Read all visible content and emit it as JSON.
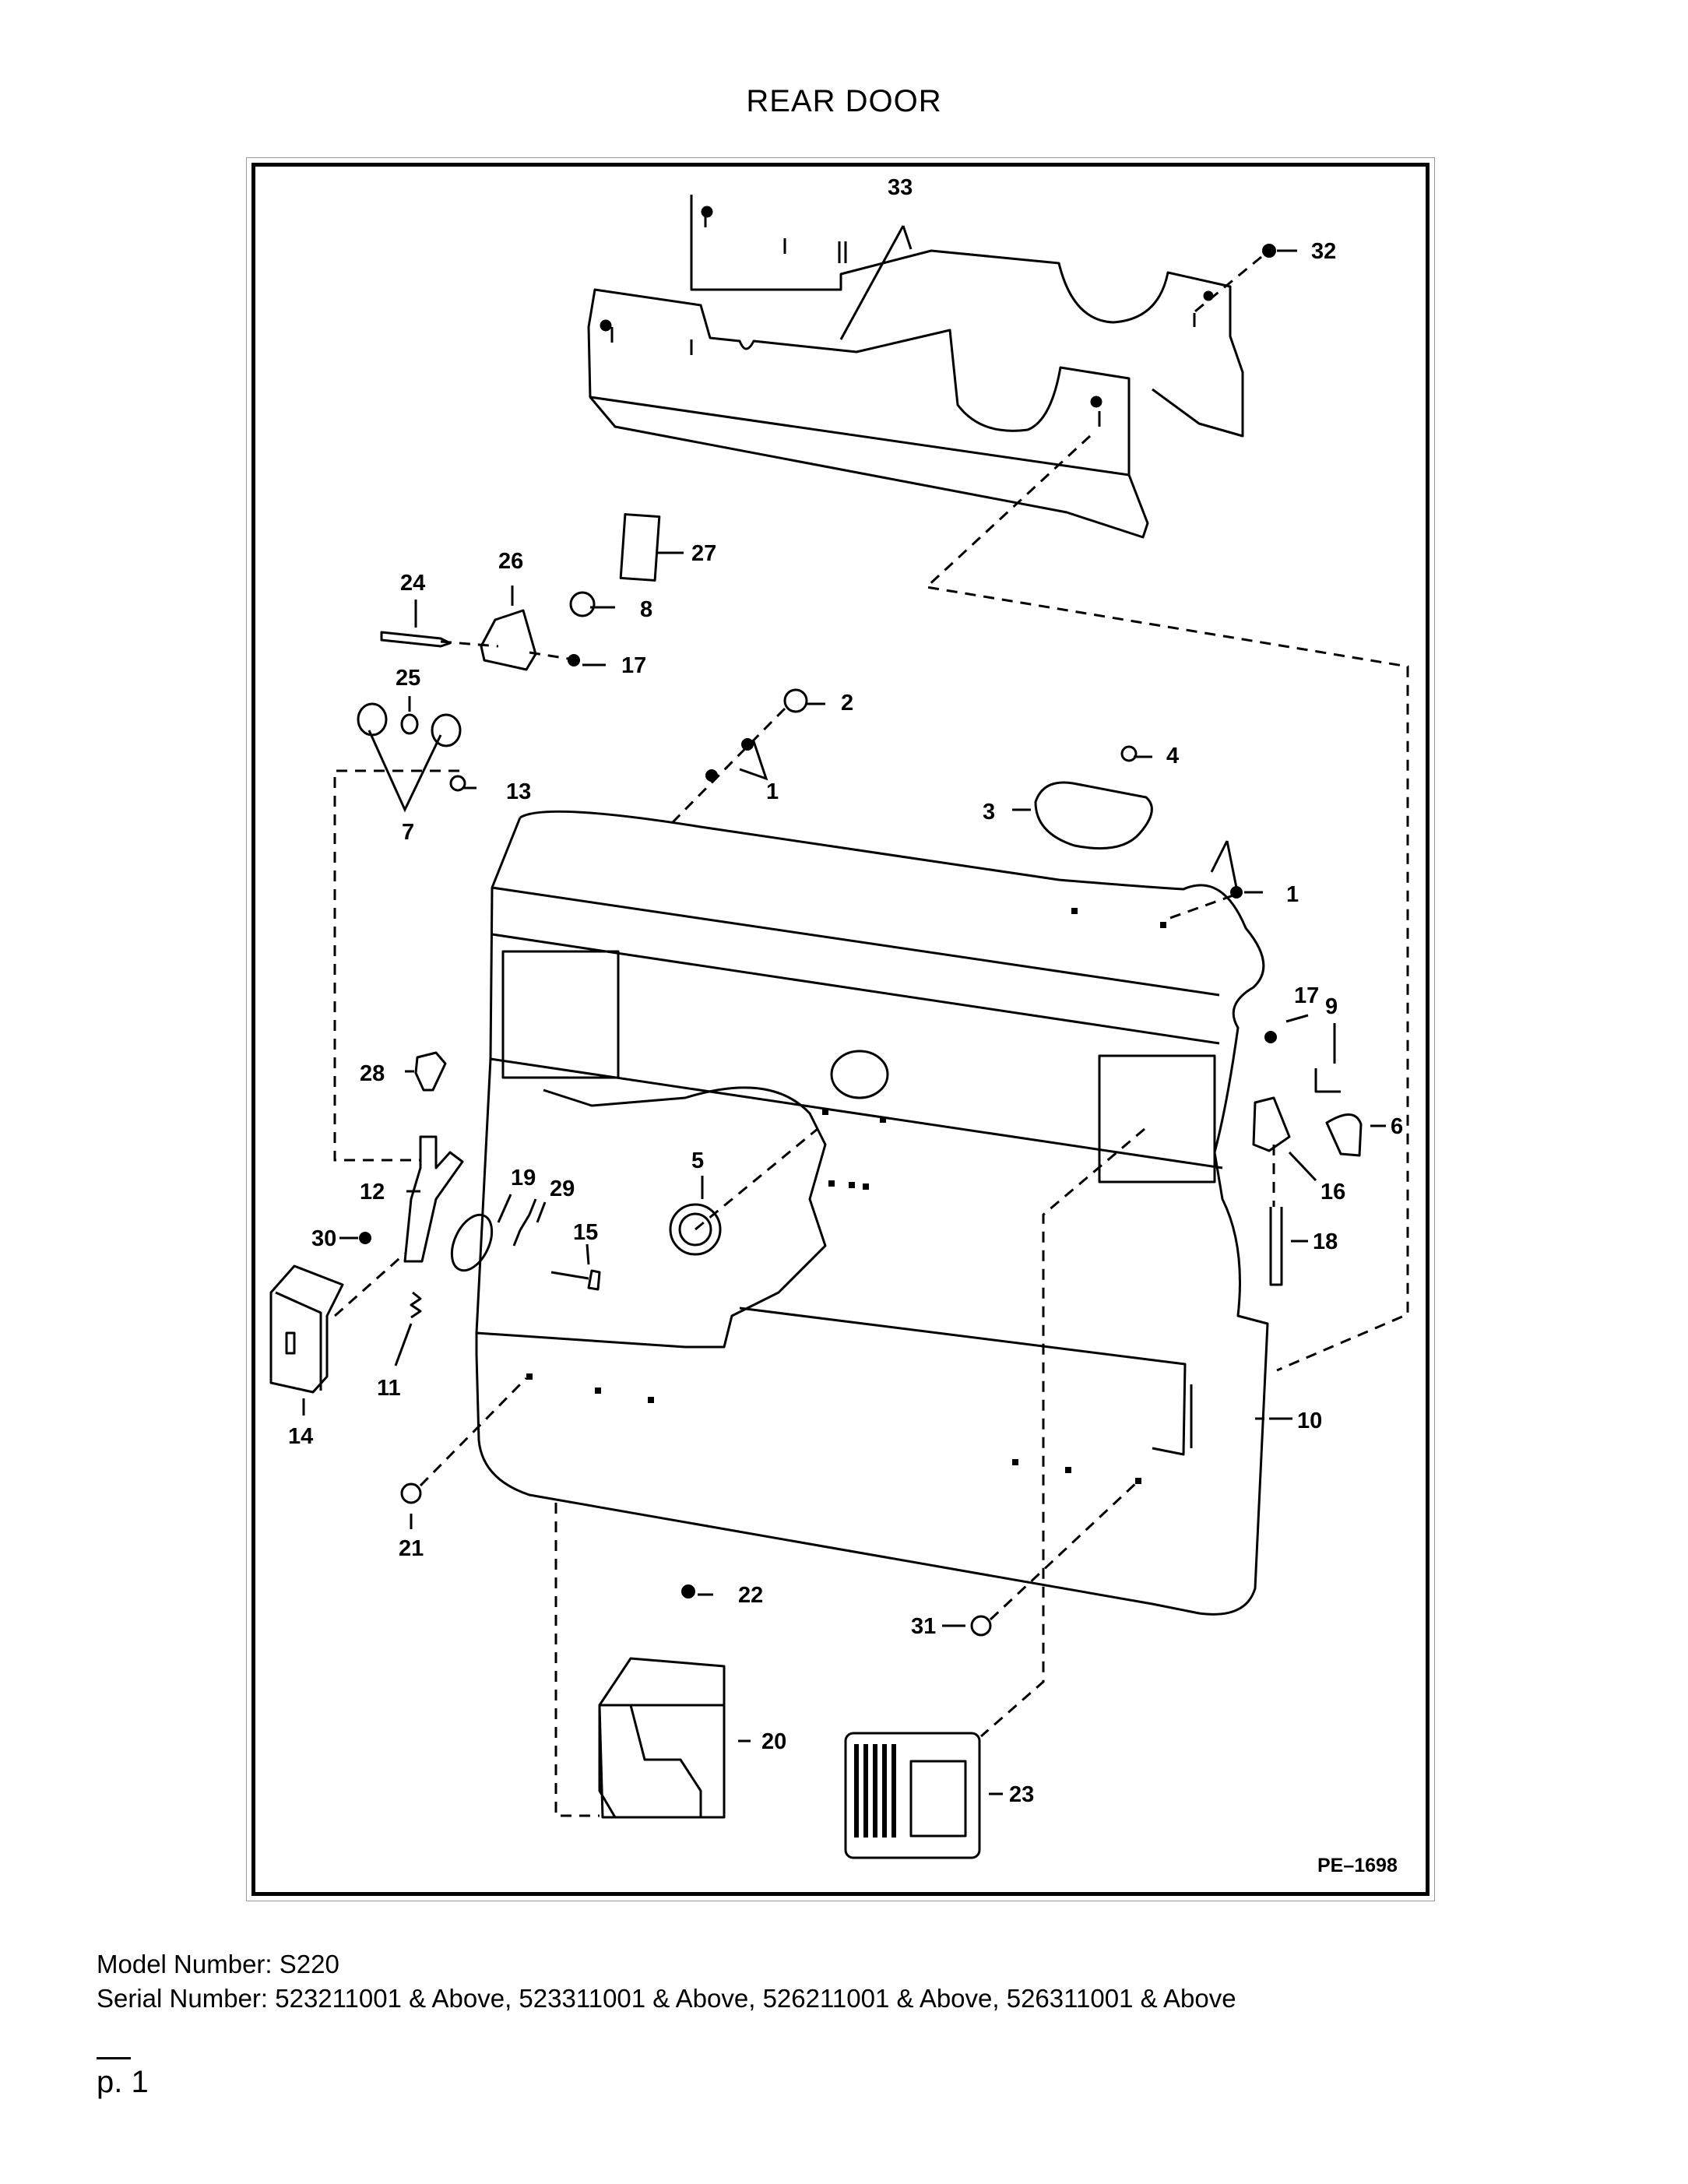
{
  "page_title": "REAR DOOR",
  "drawing_id": "PE–1698",
  "model_line": "Model Number: S220",
  "serial_line": "Serial Number: 523211001 & Above, 523311001 & Above, 526211001 & Above, 526311001 & Above",
  "page_number": "p. 1",
  "callouts": {
    "c1a": "1",
    "c1b": "1",
    "c2": "2",
    "c3": "3",
    "c4": "4",
    "c5": "5",
    "c6": "6",
    "c7": "7",
    "c8": "8",
    "c9": "9",
    "c10": "10",
    "c11": "11",
    "c12": "12",
    "c13": "13",
    "c14": "14",
    "c15": "15",
    "c16": "16",
    "c17a": "17",
    "c17b": "17",
    "c18": "18",
    "c19": "19",
    "c20": "20",
    "c21": "21",
    "c22": "22",
    "c23": "23",
    "c24": "24",
    "c25": "25",
    "c26": "26",
    "c27": "27",
    "c28": "28",
    "c29": "29",
    "c30": "30",
    "c31": "31",
    "c32": "32",
    "c33": "33"
  }
}
